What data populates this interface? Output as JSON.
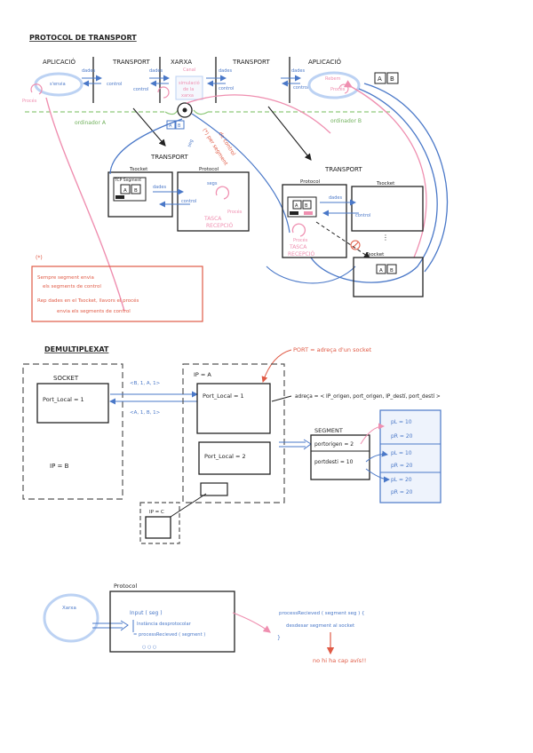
{
  "section1": {
    "title": "PROTOCOL DE TRANSPORT",
    "columns": {
      "aplicacio_left": "APLICACIÓ",
      "transport_1": "TRANSPORT",
      "xarxa": "XARXA",
      "transport_2": "TRANSPORT",
      "aplicacio_right": "APLICACIÓ"
    },
    "small": {
      "senvia": "s'envia",
      "procés_left": "Procés",
      "rebem": "Rebem",
      "procés_right": "Procés",
      "dades": "dades",
      "control": "control",
      "canal": "Canal",
      "simulació_l1": "simulació",
      "simulació_l2": "de la",
      "simulació_l3": "xarxa",
      "ordinador_a": "ordinador A",
      "ordinador_b": "ordinador B",
      "box_a": "A",
      "box_b": "B"
    },
    "left_transport": {
      "title": "TRANSPORT",
      "tsocket": "Tsocket",
      "protocol": "Protocol",
      "tcp_segment": "TCP Segment",
      "dades": "dades",
      "control": "control",
      "segs": "segs",
      "procés": "Procés",
      "tasca_1": "TASCA",
      "tasca_2": "RECEPCIÓ"
    },
    "right_transport": {
      "title": "TRANSPORT",
      "protocol": "Protocol",
      "tsocket": "Tsocket",
      "dades": "dades",
      "control": "control",
      "procés": "Procés",
      "tasca_1": "TASCA",
      "tasca_2": "RECEPCIÓ",
      "tsocket_2": "Tsocket"
    },
    "diag_label_1": "(*) per segment",
    "diag_label_2": "de control",
    "diag_seg": "seg",
    "note": {
      "marker": "(*)",
      "line1": "Sempre segment envia",
      "line2": "els segments de control",
      "line3": "Rep dades en el Tsocket, llavors el procés",
      "line4": "envia els segments de control"
    }
  },
  "section2": {
    "title": "DEMULTIPLEXAT",
    "port_annotation": "PORT = adreça d'un socket",
    "socket_label": "SOCKET",
    "ip_b": "IP = B",
    "ip_a": "IP = A",
    "ip_c": "IP = C",
    "port_local_left": "Port_Local = 1",
    "port_local_right": "Port_Local = 1",
    "port_local_2": "Port_Local = 2",
    "tuple_top": "<B, 1, A, 1>",
    "tuple_bottom": "<A, 1, B, 1>",
    "adreca": "adreça = < IP_origen, port_origen, IP_destí, port_destí >",
    "segment_title": "SEGMENT",
    "port_origen": "portorigen = 2",
    "port_desti": "portdesti = 10",
    "pl1": "pL = 10",
    "pr1": "pR = 20",
    "pl2": "pL = 10",
    "pr2": "pR = 20",
    "pl3": "pL = 20",
    "pr3": "pR = 20"
  },
  "section3": {
    "xarxa": "Xarxa",
    "protocol": "Protocol",
    "input": "Input ( seg )",
    "instance": "Instància desprotocolar",
    "process": "= processRecieved ( segment )",
    "dots": "○ ○ ○",
    "right_line1": "processRecieved ( segment seg ) {",
    "right_line2": "desdesar segment al socket",
    "right_brace": "}",
    "result": "no hi ha cap avís!!"
  }
}
